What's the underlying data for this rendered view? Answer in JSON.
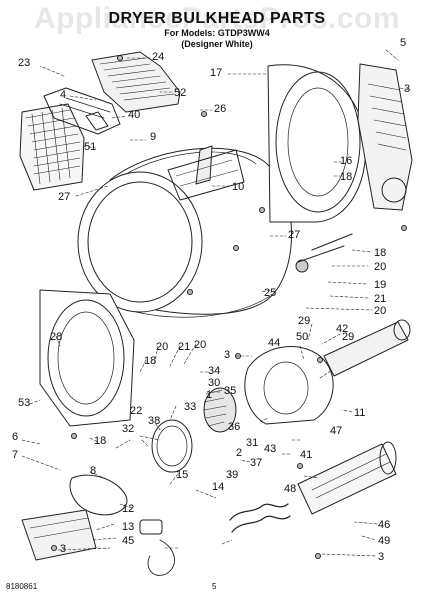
{
  "watermark": "AppliancePartsPros.com",
  "title": "DRYER BULKHEAD PARTS",
  "subtitle_line1": "For Models: GTDP3WW4",
  "subtitle_line2": "(Designer White)",
  "doc_number": "8180861",
  "page_number": "5",
  "callouts": [
    "1",
    "2",
    "3",
    "4",
    "5",
    "6",
    "7",
    "8",
    "9",
    "10",
    "11",
    "12",
    "13",
    "14",
    "15",
    "16",
    "17",
    "18",
    "19",
    "20",
    "21",
    "22",
    "23",
    "24",
    "25",
    "26",
    "27",
    "28",
    "29",
    "30",
    "31",
    "32",
    "33",
    "34",
    "35",
    "36",
    "37",
    "38",
    "39",
    "40",
    "41",
    "42",
    "43",
    "44",
    "45",
    "46",
    "47",
    "48",
    "49",
    "50",
    "51",
    "52",
    "53"
  ],
  "label_instances": [
    {
      "t": "24"
    },
    {
      "t": "23"
    },
    {
      "t": "52"
    },
    {
      "t": "4"
    },
    {
      "t": "40"
    },
    {
      "t": "51"
    },
    {
      "t": "9"
    },
    {
      "t": "26"
    },
    {
      "t": "27"
    },
    {
      "t": "10"
    },
    {
      "t": "17"
    },
    {
      "t": "5"
    },
    {
      "t": "3"
    },
    {
      "t": "16"
    },
    {
      "t": "18"
    },
    {
      "t": "27"
    },
    {
      "t": "18"
    },
    {
      "t": "20"
    },
    {
      "t": "19"
    },
    {
      "t": "21"
    },
    {
      "t": "20"
    },
    {
      "t": "25"
    },
    {
      "t": "28"
    },
    {
      "t": "53"
    },
    {
      "t": "18"
    },
    {
      "t": "20"
    },
    {
      "t": "21"
    },
    {
      "t": "20"
    },
    {
      "t": "3"
    },
    {
      "t": "29"
    },
    {
      "t": "50"
    },
    {
      "t": "42"
    },
    {
      "t": "29"
    },
    {
      "t": "44"
    },
    {
      "t": "34"
    },
    {
      "t": "35"
    },
    {
      "t": "30"
    },
    {
      "t": "1"
    },
    {
      "t": "11"
    },
    {
      "t": "33"
    },
    {
      "t": "22"
    },
    {
      "t": "32"
    },
    {
      "t": "6"
    },
    {
      "t": "7"
    },
    {
      "t": "18"
    },
    {
      "t": "38"
    },
    {
      "t": "36"
    },
    {
      "t": "31"
    },
    {
      "t": "47"
    },
    {
      "t": "2"
    },
    {
      "t": "8"
    },
    {
      "t": "39"
    },
    {
      "t": "37"
    },
    {
      "t": "48"
    },
    {
      "t": "15"
    },
    {
      "t": "14"
    },
    {
      "t": "12"
    },
    {
      "t": "13"
    },
    {
      "t": "45"
    },
    {
      "t": "3"
    },
    {
      "t": "43"
    },
    {
      "t": "41"
    },
    {
      "t": "46"
    },
    {
      "t": "49"
    },
    {
      "t": "3"
    }
  ]
}
